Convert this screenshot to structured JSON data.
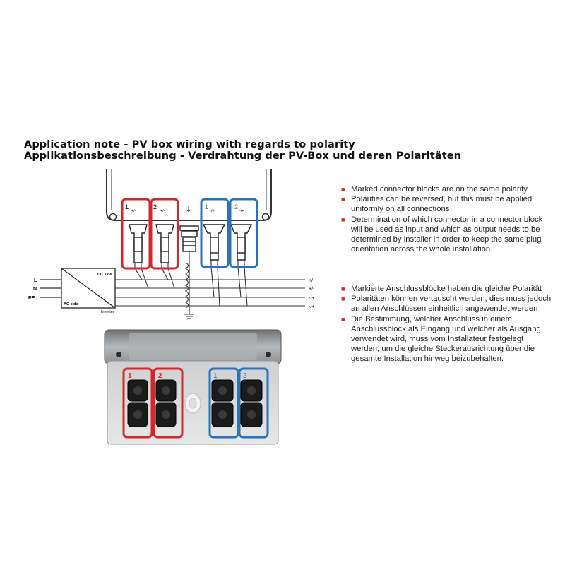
{
  "title_en": "Application note - PV box wiring with regards to polarity",
  "title_de": "Applikationsbeschreibung - Verdrahtung der PV-Box und deren Polaritäten",
  "notes_en": [
    "Marked connector blocks are on the same polarity",
    "Polarities can be reversed, but this must be applied uniformly on all connections",
    "Determination of which connector in a connector block will be used as input and which as output needs to be determined by installer in order to keep the same plug orientation across the whole installation."
  ],
  "notes_de": [
    "Markierte Anschlussblöcke haben die gleiche Polarität",
    "Polaritäten können vertauscht werden, dies muss jedoch an allen Anschlüssen einheitlich angewendet werden",
    "Die Bestimmung, welcher Anschluss in einem Anschlussblock als Eingang und welcher als Ausgang verwendet wird, muss vom Installateur festgelegt werden, um die gleiche Steckerausrichtung über die gesamte Installation hinweg beizubehalten."
  ],
  "diagram": {
    "ac_lines": [
      "L",
      "N",
      "PE"
    ],
    "dc_side": "DC side",
    "ac_side": "AC side",
    "inverter": "Inverter",
    "right_labels": [
      "+/-",
      "+/-",
      "-/+",
      "-/+"
    ],
    "block_numbers": [
      "1",
      "2",
      "1",
      "2"
    ],
    "block_polarity": [
      "+/-",
      "+/-",
      "-/+",
      "-/+"
    ],
    "ground_symbol": "⏚"
  },
  "photo": {
    "block_numbers": [
      "1",
      "2",
      "1",
      "2"
    ]
  },
  "colors": {
    "red": "#d7262b",
    "blue": "#2a73b8",
    "bullet": "#d7262b",
    "enclosure": "#d9dadb",
    "lid": "#9fa3a6"
  }
}
